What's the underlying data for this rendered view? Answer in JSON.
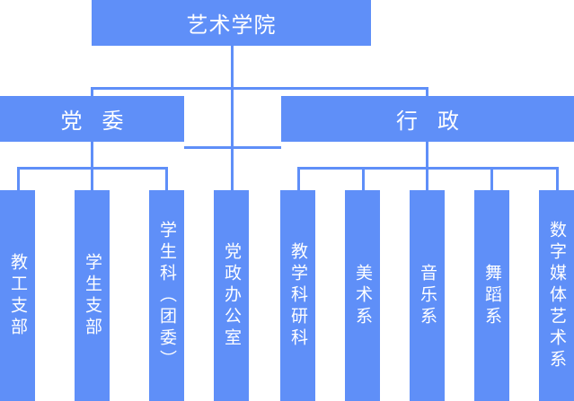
{
  "root": {
    "label": "艺术学院"
  },
  "branches": [
    {
      "label": "党委"
    },
    {
      "label": "行政"
    }
  ],
  "leaves": [
    {
      "label": "教工支部",
      "parent": "党委"
    },
    {
      "label": "学生支部",
      "parent": "党委"
    },
    {
      "label": "学生科（团委）",
      "parent": "党委"
    },
    {
      "label": "党政办公室",
      "parent": "艺术学院"
    },
    {
      "label": "教学科研科",
      "parent": "行政"
    },
    {
      "label": "美术系",
      "parent": "行政"
    },
    {
      "label": "音乐系",
      "parent": "行政"
    },
    {
      "label": "舞蹈系",
      "parent": "行政"
    },
    {
      "label": "数字媒体艺术系",
      "parent": "行政"
    }
  ],
  "colors": {
    "box": "#5f8ff8",
    "text": "#ffffff"
  }
}
